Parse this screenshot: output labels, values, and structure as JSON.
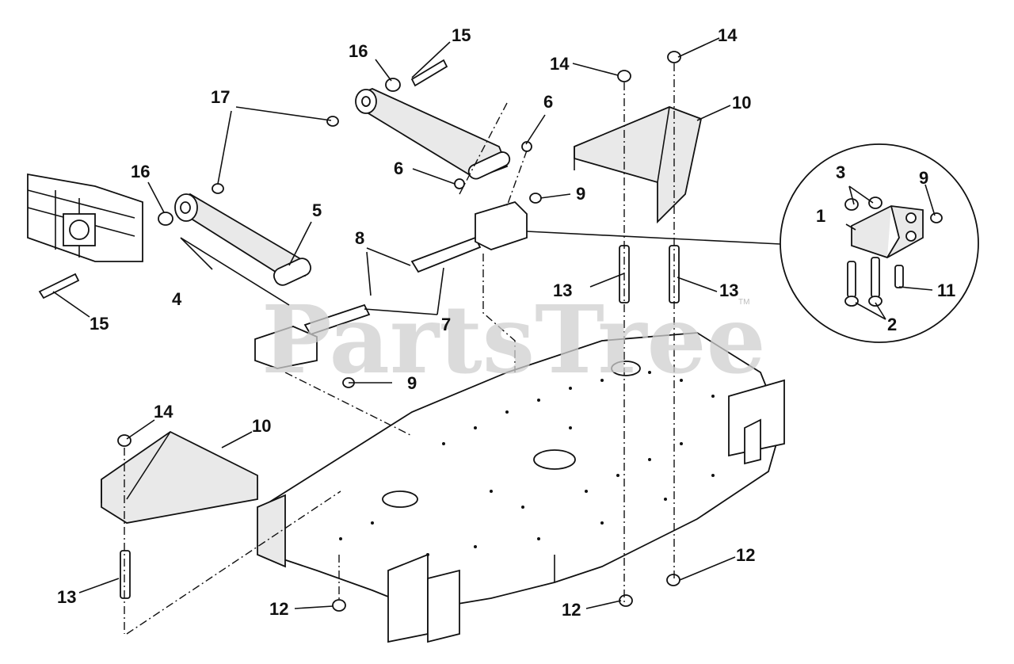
{
  "watermark": {
    "text": "PartsTree",
    "trademark": "TM"
  },
  "callouts": {
    "c1": "1",
    "c2": "2",
    "c3": "3",
    "c4": "4",
    "c5": "5",
    "c6a": "6",
    "c6b": "6",
    "c7": "7",
    "c8": "8",
    "c9a": "9",
    "c9b": "9",
    "c9c": "9",
    "c10a": "10",
    "c10b": "10",
    "c11": "11",
    "c12a": "12",
    "c12b": "12",
    "c12c": "12",
    "c13a": "13",
    "c13b": "13",
    "c13c": "13",
    "c14a": "14",
    "c14b": "14",
    "c14c": "14",
    "c15a": "15",
    "c15b": "15",
    "c16a": "16",
    "c16b": "16",
    "c17": "17"
  }
}
